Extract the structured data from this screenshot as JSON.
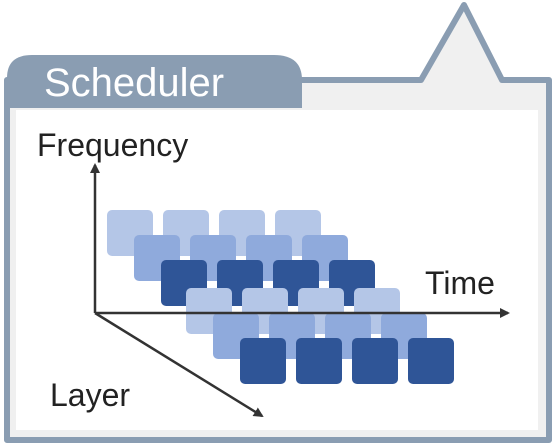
{
  "header": {
    "title": "Scheduler"
  },
  "axes": {
    "frequency_label": "Frequency",
    "time_label": "Time",
    "layer_label": "Layer"
  },
  "colors": {
    "frame_stroke": "#8a9db2",
    "frame_fill": "#f0f0f0",
    "title_tab": "#8a9db2",
    "title_text": "#ffffff",
    "axis": "#333333",
    "block_light": "#b4c6e7",
    "block_mid": "#8faadc",
    "block_dark": "#2f5597"
  },
  "grids": [
    {
      "name": "upper-layer-blocks",
      "rows": [
        "light",
        "mid",
        "dark"
      ],
      "columns": 4
    },
    {
      "name": "lower-layer-blocks",
      "rows": [
        "light",
        "mid",
        "dark"
      ],
      "columns": 4
    }
  ]
}
